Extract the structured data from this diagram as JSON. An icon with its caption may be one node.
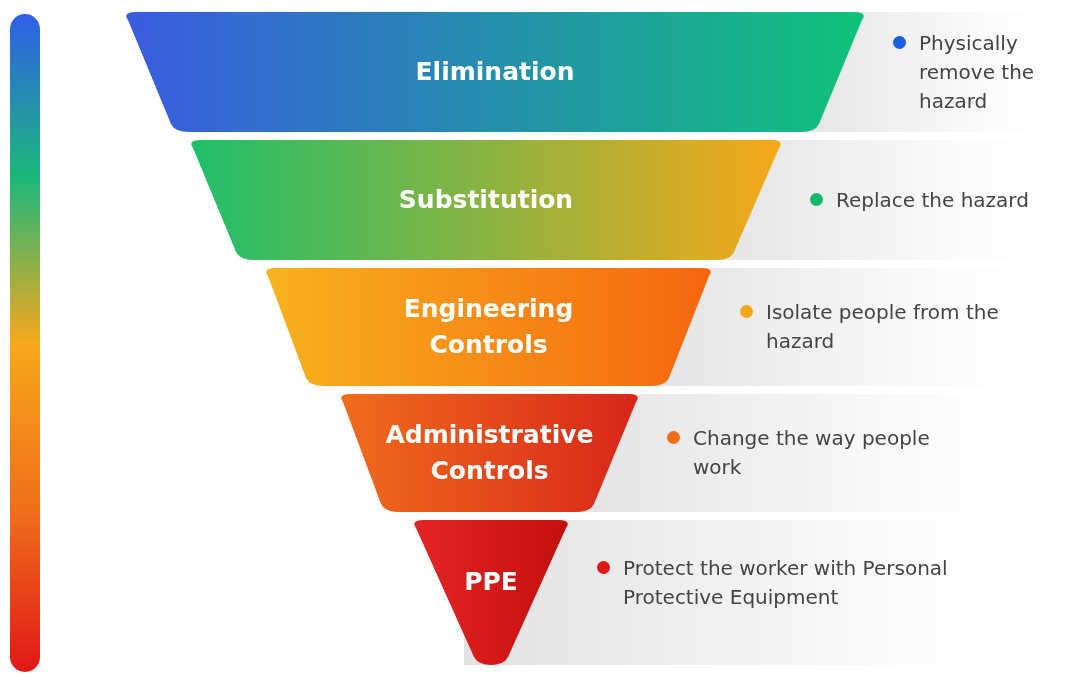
{
  "diagram": {
    "nodes": [
      {
        "text": [
          "Elimination"
        ],
        "beside": [
          "Physically remove the hazard"
        ]
      },
      {
        "text": [
          "Substitution"
        ],
        "beside": [
          "Replace the hazard"
        ]
      },
      {
        "text": [
          "Engineering Controls"
        ],
        "beside": [
          "Isolate people from the hazard"
        ]
      },
      {
        "text": [
          "Administrative Controls"
        ],
        "beside": [
          "Change the way people work"
        ]
      },
      {
        "text": [
          "PPE"
        ],
        "beside": [
          "Protect the worker with Personal Protective Equipment"
        ]
      },
      {
        "text": [],
        "shape": "bar"
      }
    ],
    "edges": []
  }
}
